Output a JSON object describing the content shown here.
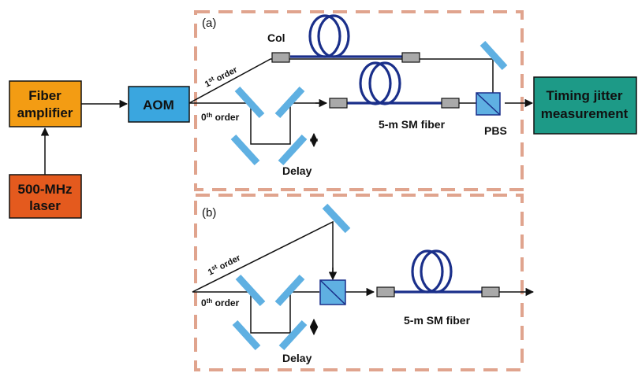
{
  "panels": {
    "a": "(a)",
    "b": "(b)"
  },
  "boxes": {
    "fiber_amplifier": {
      "line1": "Fiber",
      "line2": "amplifier",
      "color": "#f39c13"
    },
    "laser": {
      "line1": "500-MHz",
      "line2": "laser",
      "color": "#e45a1e"
    },
    "aom": {
      "label": "AOM",
      "color": "#3aa6df"
    },
    "timing_jitter": {
      "line1": "Timing jitter",
      "line2": "measurement",
      "color": "#1d9a87"
    }
  },
  "labels": {
    "col": "Col",
    "first_order": "1",
    "first_order_sup": "st",
    "zeroth_order": "0",
    "zeroth_order_sup": "th",
    "order_word": " order",
    "delay": "Delay",
    "sm_fiber": "5-m SM fiber",
    "pbs": "PBS"
  },
  "colors": {
    "fiber": "#1a2f8a",
    "mirror": "#5fb0e2",
    "collimator": "#a9a9a9",
    "pbs": "#5fb0e2",
    "dashed_border": "#e0a48e"
  }
}
